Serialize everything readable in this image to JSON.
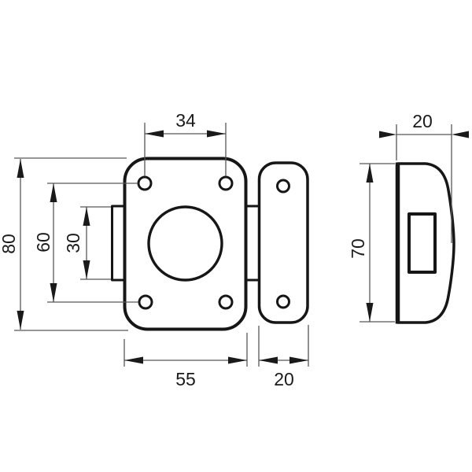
{
  "colors": {
    "background": "#ffffff",
    "outline": "#161616",
    "dimension_lines": "#575757",
    "text": "#1a1a1a"
  },
  "dimensions": {
    "top_hole_spacing": "34",
    "body_height": "80",
    "vertical_hole_spacing": "60",
    "faceplate_height": "30",
    "body_width": "55",
    "cover_plate_width": "20",
    "side_height": "70",
    "side_depth": "20"
  }
}
